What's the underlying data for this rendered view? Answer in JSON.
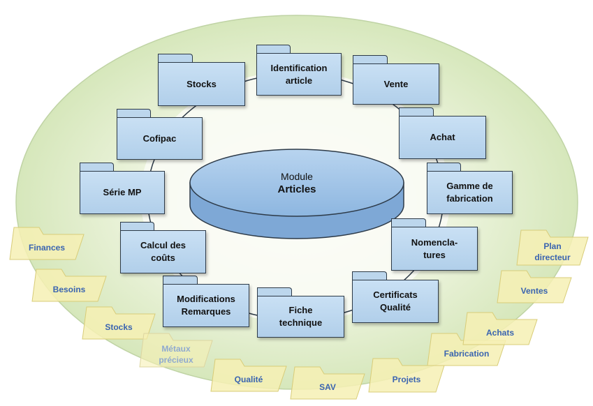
{
  "center": {
    "title": "Module",
    "subtitle": "Articles"
  },
  "inner_modules": [
    {
      "id": "stocks",
      "label": "Stocks"
    },
    {
      "id": "identification",
      "label": "Identification\narticle"
    },
    {
      "id": "vente",
      "label": "Vente"
    },
    {
      "id": "achat",
      "label": "Achat"
    },
    {
      "id": "gamme",
      "label": "Gamme de\nfabrication"
    },
    {
      "id": "nomenclatures",
      "label": "Nomencla-\ntures"
    },
    {
      "id": "certificats",
      "label": "Certificats\nQualité"
    },
    {
      "id": "fiche",
      "label": "Fiche\ntechnique"
    },
    {
      "id": "modifications",
      "label": "Modifications\nRemarques"
    },
    {
      "id": "calcul",
      "label": "Calcul des\ncoûts"
    },
    {
      "id": "serie",
      "label": "Série MP"
    },
    {
      "id": "cofipac",
      "label": "Cofipac"
    }
  ],
  "outer_modules": [
    {
      "id": "finances",
      "label": "Finances"
    },
    {
      "id": "besoins",
      "label": "Besoins"
    },
    {
      "id": "stocks2",
      "label": "Stocks"
    },
    {
      "id": "metaux",
      "label": "Métaux\nprécieux"
    },
    {
      "id": "qualite",
      "label": "Qualité"
    },
    {
      "id": "sav",
      "label": "SAV"
    },
    {
      "id": "projets",
      "label": "Projets"
    },
    {
      "id": "fabrication",
      "label": "Fabrication"
    },
    {
      "id": "achats",
      "label": "Achats"
    },
    {
      "id": "ventes",
      "label": "Ventes"
    },
    {
      "id": "plan",
      "label": "Plan\ndirecteur"
    }
  ],
  "colors": {
    "outer_ellipse": "#e4efcf",
    "inner_ellipse": "#f9fbf5",
    "module_fill": "#c3dbf1",
    "folder_outline": "#2d3a48",
    "outer_folder_fill": "#f3eca6",
    "outer_label": "#3a64b0",
    "disk_top": "#a8c9ea",
    "disk_side": "#6f9dcf"
  }
}
